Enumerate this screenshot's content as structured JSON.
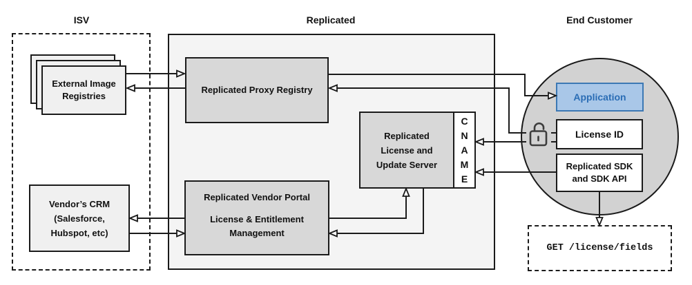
{
  "titles": {
    "isv": "ISV",
    "replicated": "Replicated",
    "end_customer": "End Customer"
  },
  "nodes": {
    "external_image_registries": {
      "label": "External Image Registries"
    },
    "vendors_crm": {
      "label": "Vendor’s CRM (Salesforce, Hubspot, etc)"
    },
    "replicated_proxy_registry": {
      "label": "Replicated Proxy Registry"
    },
    "replicated_license_update_server": {
      "label": "Replicated License and Update Server"
    },
    "cname": {
      "label": "CNAME"
    },
    "replicated_vendor_portal": {
      "title": "Replicated Vendor Portal",
      "subtitle": "License & Entitlement Management"
    },
    "application": {
      "label": "Application"
    },
    "license_id": {
      "label": "License ID"
    },
    "replicated_sdk": {
      "label": "Replicated SDK and SDK API"
    },
    "get_endpoint": {
      "label": "GET /license/fields"
    }
  },
  "icons": {
    "lock": "unlock-icon"
  },
  "colors": {
    "application_fill": "#A9C7E8",
    "application_border": "#3C78B4",
    "application_text": "#2A6DB5",
    "inner_box_fill": "#D8D8D8",
    "outer_box_fill": "#F4F4F4",
    "circle_fill": "#D2D2D2",
    "line": "#1A1A1A"
  }
}
